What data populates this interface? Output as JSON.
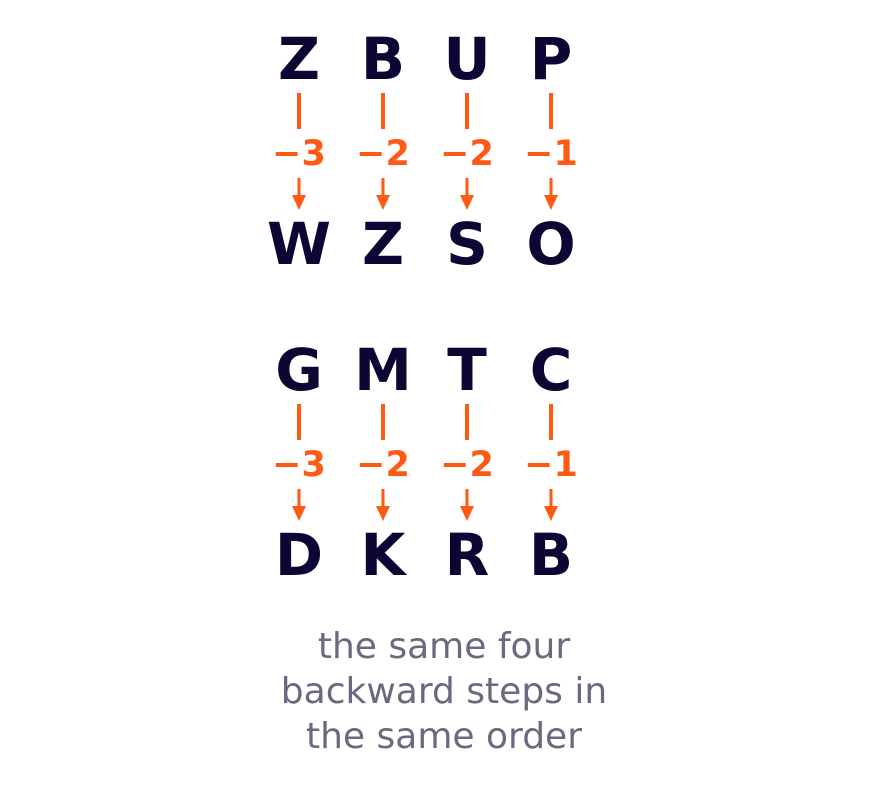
{
  "colors": {
    "letter": "#0b0633",
    "step": "#ff5a14",
    "caption": "#6b6880"
  },
  "examples": [
    {
      "top": [
        "Z",
        "B",
        "U",
        "P"
      ],
      "steps": [
        "−3",
        "−2",
        "−2",
        "−1"
      ],
      "bottom": [
        "W",
        "Z",
        "S",
        "O"
      ]
    },
    {
      "top": [
        "G",
        "M",
        "T",
        "C"
      ],
      "steps": [
        "−3",
        "−2",
        "−2",
        "−1"
      ],
      "bottom": [
        "D",
        "K",
        "R",
        "B"
      ]
    }
  ],
  "caption": {
    "lines": [
      "the same four",
      "backward steps in",
      "the same order"
    ]
  }
}
